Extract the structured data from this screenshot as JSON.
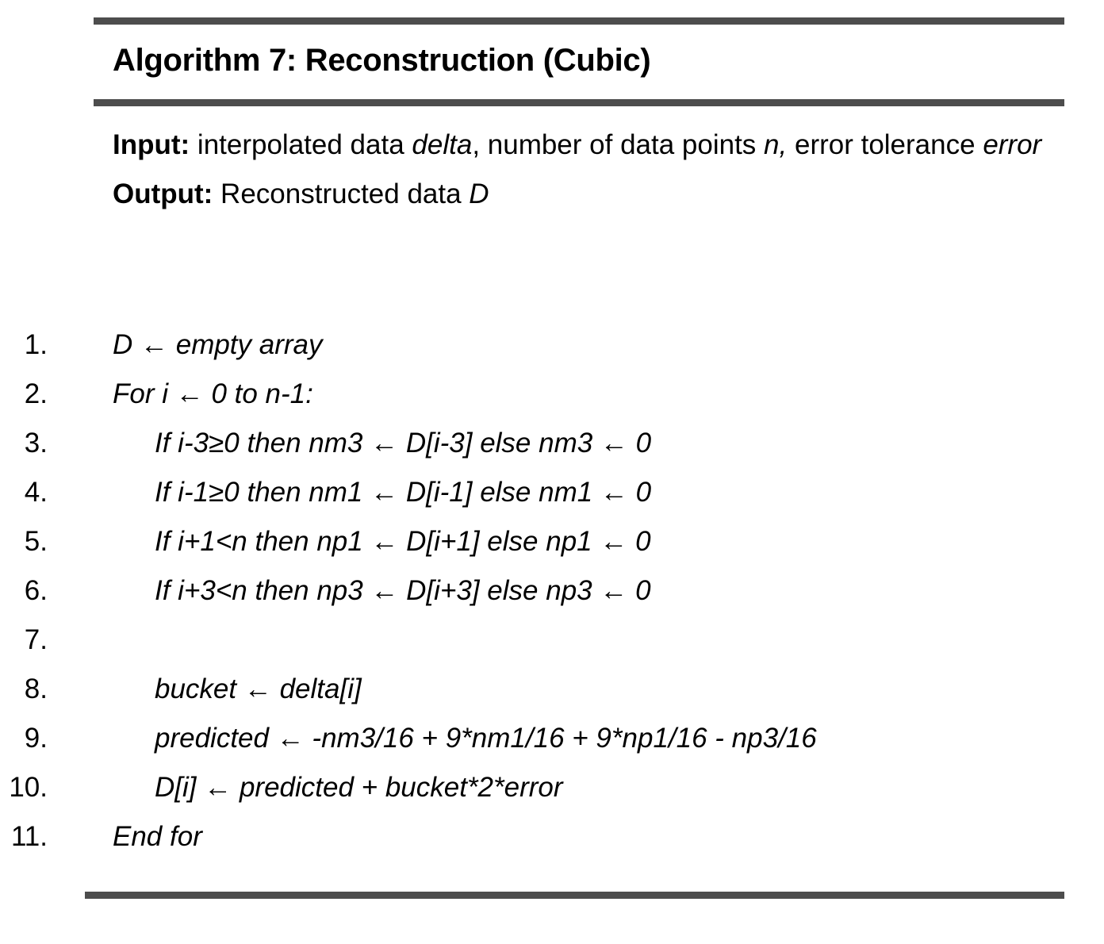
{
  "algorithm": {
    "title": "Algorithm 7: Reconstruction (Cubic)",
    "io": {
      "input_label": "Input:",
      "input_text_a": " interpolated data ",
      "input_var_a": "delta",
      "input_text_b": ", number of data points ",
      "input_var_b": "n,",
      "input_text_c": " error tolerance ",
      "input_var_c": "error",
      "output_label": "Output:",
      "output_text": " Reconstructed data ",
      "output_var": "D"
    },
    "steps": [
      {
        "num": "1.",
        "text": "D ← empty array",
        "indent": 0
      },
      {
        "num": "2.",
        "text": "For i ← 0 to n-1:",
        "indent": 0
      },
      {
        "num": "3.",
        "text": "If i-3≥0 then nm3 ← D[i-3] else nm3 ← 0",
        "indent": 1
      },
      {
        "num": "4.",
        "text": "If i-1≥0 then nm1 ← D[i-1] else nm1 ← 0",
        "indent": 1
      },
      {
        "num": "5.",
        "text": "If i+1<n then np1 ← D[i+1] else np1 ← 0",
        "indent": 1
      },
      {
        "num": "6.",
        "text": "If i+3<n then np3 ← D[i+3] else np3 ← 0",
        "indent": 1
      },
      {
        "num": "7.",
        "text": "",
        "indent": 0
      },
      {
        "num": "8.",
        "text": "bucket ← delta[i]",
        "indent": 1
      },
      {
        "num": "9.",
        "text": "predicted ← -nm3/16 + 9*nm1/16 + 9*np1/16 - np3/16",
        "indent": 1
      },
      {
        "num": "10.",
        "text": "D[i] ← predicted + bucket*2*error",
        "indent": 1
      },
      {
        "num": "11.",
        "text": "End for",
        "indent": 0
      }
    ],
    "colors": {
      "rule": "#4d4d4d",
      "text": "#000000",
      "background": "#ffffff"
    }
  }
}
